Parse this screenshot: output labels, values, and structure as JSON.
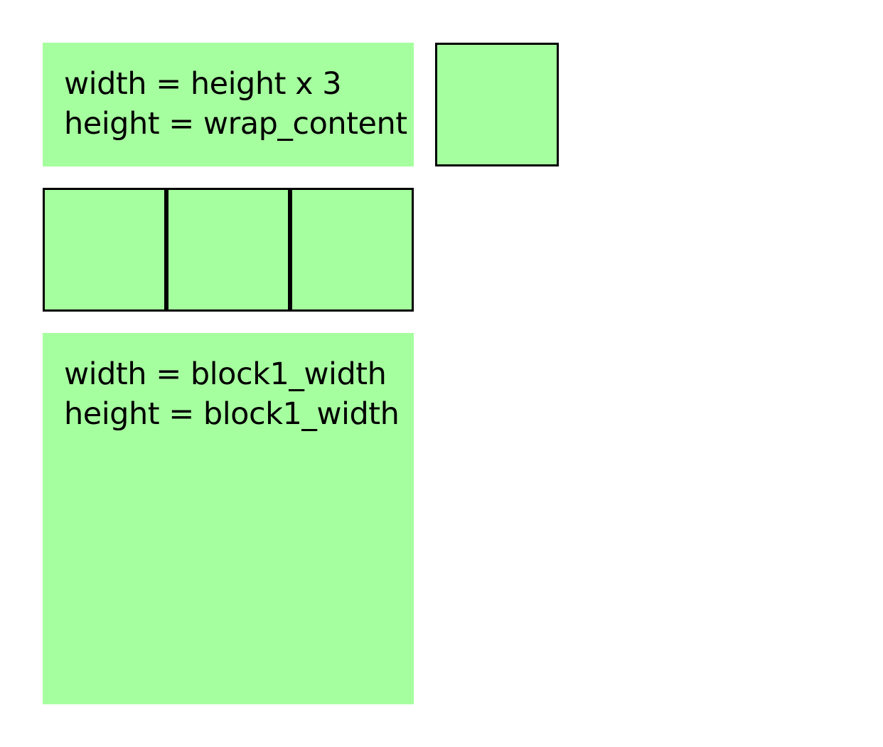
{
  "block1": {
    "line1": "width = height x 3",
    "line2": "height = wrap_content"
  },
  "block2": {
    "line1": "width = block1_width",
    "line2": "height = block1_width"
  },
  "colors": {
    "fill": "#a6ff9f",
    "border": "#000000",
    "background": "#ffffff"
  }
}
